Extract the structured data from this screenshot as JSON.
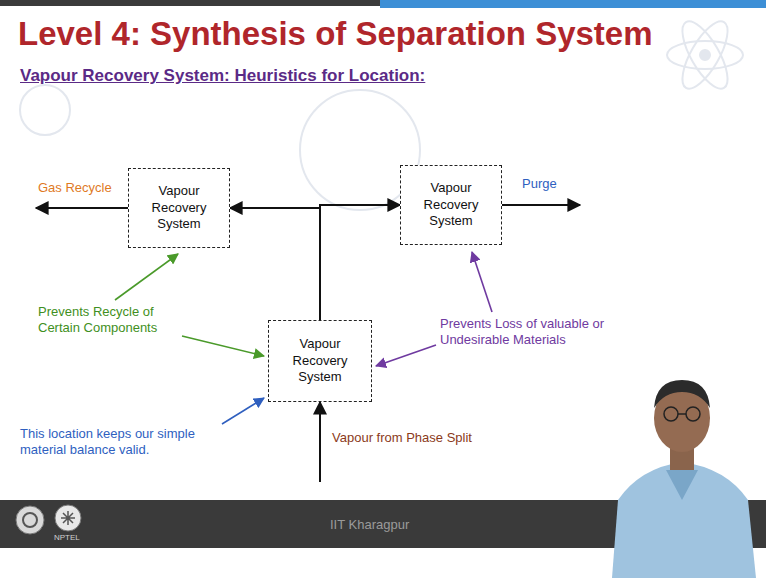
{
  "diagram": {
    "title": "Level 4: Synthesis of Separation System",
    "nodes": [
      {
        "text": [
          "Vapour Recovery System"
        ]
      },
      {
        "text": [
          "Vapour Recovery System"
        ]
      },
      {
        "text": [
          "Vapour Recovery System"
        ]
      }
    ],
    "edges": [
      {
        "from": 2,
        "to": 0,
        "arrow": "to"
      },
      {
        "from": 2,
        "to": 1,
        "arrow": "to"
      }
    ],
    "labels": [
      "Vapour Recovery System: Heuristics for Location:",
      "Gas Recycle",
      "Purge",
      "Prevents Recycle of Certain Components",
      "Prevents Loss of valuable or Undesirable Materials",
      "This location keeps our simple material balance valid.",
      "Vapour from Phase Split",
      "NPTEL",
      "IIT Kharagpur"
    ]
  }
}
